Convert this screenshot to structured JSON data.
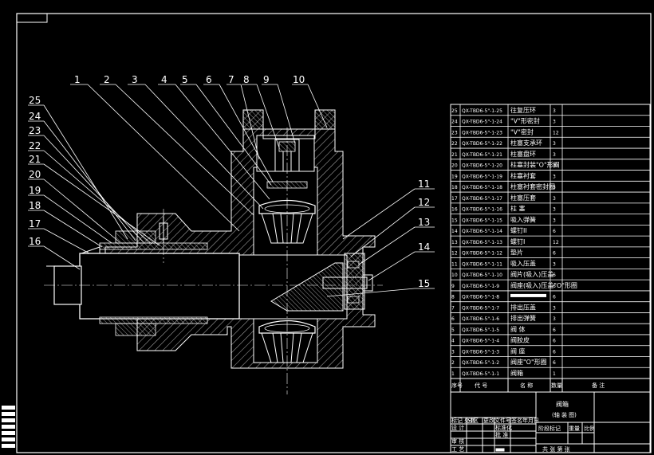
{
  "drawing": {
    "callouts_top": [
      "1",
      "2",
      "3",
      "4",
      "5",
      "6",
      "7",
      "8",
      "9",
      "10"
    ],
    "callouts_left": [
      "25",
      "24",
      "23",
      "22",
      "21",
      "20",
      "19",
      "18",
      "17",
      "16"
    ],
    "callouts_right": [
      "11",
      "12",
      "13",
      "14",
      "15"
    ]
  },
  "parts_list": {
    "rows": [
      {
        "no": "25",
        "code": "QX-TBD6-5\"-1-25",
        "name": "往复压环",
        "qty": "3"
      },
      {
        "no": "24",
        "code": "QX-TBD6-5\"-1-24",
        "name": "\"V\"形密封",
        "qty": "3"
      },
      {
        "no": "23",
        "code": "QX-TBD6-5\"-1-23",
        "name": "\"V\"密封",
        "qty": "12"
      },
      {
        "no": "22",
        "code": "QX-TBD6-5\"-1-22",
        "name": "柱塞支承环",
        "qty": "3"
      },
      {
        "no": "21",
        "code": "QX-TBD6-5\"-1-21",
        "name": "柱塞盘环",
        "qty": "3"
      },
      {
        "no": "20",
        "code": "QX-TBD6-5\"-1-20",
        "name": "柱塞封装\"O\"形圈",
        "qty": "3"
      },
      {
        "no": "19",
        "code": "QX-TBD6-5\"-1-19",
        "name": "柱塞衬套",
        "qty": "3"
      },
      {
        "no": "18",
        "code": "QX-TBD6-5\"-1-18",
        "name": "柱塞衬套密封圈",
        "qty": "3"
      },
      {
        "no": "17",
        "code": "QX-TBD6-5\"-1-17",
        "name": "柱塞压套",
        "qty": "3"
      },
      {
        "no": "16",
        "code": "QX-TBD6-5\"-1-16",
        "name": "柱 塞",
        "qty": "3"
      },
      {
        "no": "15",
        "code": "QX-TBD6-5\"-1-15",
        "name": "吸入弹簧",
        "qty": "3"
      },
      {
        "no": "14",
        "code": "QX-TBD6-5\"-1-14",
        "name": "螺钉II",
        "qty": "6"
      },
      {
        "no": "13",
        "code": "QX-TBD6-5\"-1-13",
        "name": "螺钉I",
        "qty": "12"
      },
      {
        "no": "12",
        "code": "QX-TBD6-5\"-1-12",
        "name": "垫片",
        "qty": "6"
      },
      {
        "no": "11",
        "code": "QX-TBD6-5\"-1-11",
        "name": "吸入压盖",
        "qty": "3"
      },
      {
        "no": "10",
        "code": "QX-TBD6-5\"-1-10",
        "name": "阀片(吸入)压盖",
        "qty": "6"
      },
      {
        "no": "9",
        "code": "QX-TBD6-5\"-1-9",
        "name": "阀座(吸入)压盖\"O\"形圈",
        "qty": "6"
      },
      {
        "no": "8",
        "code": "QX-TBD6-5\"-1-8",
        "name": "",
        "qty": "6"
      },
      {
        "no": "7",
        "code": "QX-TBD6-5\"-1-7",
        "name": "排出压盖",
        "qty": "3"
      },
      {
        "no": "6",
        "code": "QX-TBD6-5\"-1-6",
        "name": "排出弹簧",
        "qty": "3"
      },
      {
        "no": "5",
        "code": "QX-TBD6-5\"-1-5",
        "name": "阀 体",
        "qty": "6"
      },
      {
        "no": "4",
        "code": "QX-TBD6-5\"-1-4",
        "name": "阀胶皮",
        "qty": "6"
      },
      {
        "no": "3",
        "code": "QX-TBD6-5\"-1-3",
        "name": "阀 座",
        "qty": "6"
      },
      {
        "no": "2",
        "code": "QX-TBD6-5\"-1-2",
        "name": "阀座\"O\"形圈",
        "qty": "6"
      },
      {
        "no": "1",
        "code": "QX-TBD6-5\"-1-1",
        "name": "阀箱",
        "qty": "1"
      }
    ],
    "header": {
      "no": "序号",
      "code": "代 号",
      "name": "名 称",
      "qty": "数量",
      "remark": "备 注"
    }
  },
  "title_block": {
    "title": "阀箱",
    "subtitle": "(轴 装 图)",
    "rows_left": [
      "标记 处数",
      "设 计",
      "审 核",
      "工 艺"
    ],
    "mid_labels": [
      "分区",
      "更改文件号",
      "签名",
      "年月日",
      "标准化",
      "批 准"
    ],
    "stage": "阶段标记",
    "weight": "重量",
    "scale": "比例",
    "sheets": "共 张 第 张"
  }
}
